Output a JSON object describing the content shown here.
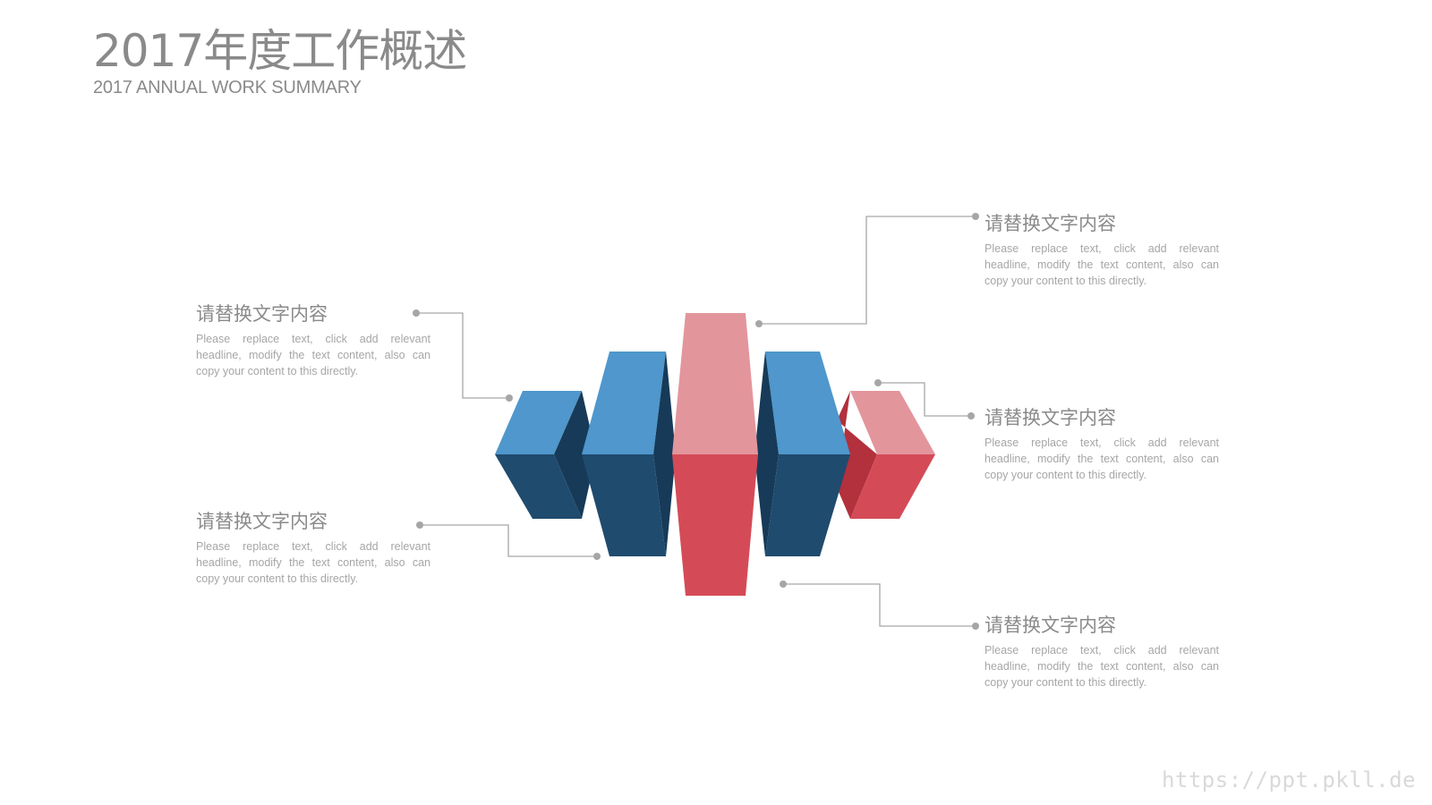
{
  "header": {
    "title": "2017年度工作概述",
    "subtitle": "2017 ANNUAL WORK SUMMARY"
  },
  "callouts": [
    {
      "heading": "请替换文字内容",
      "body": "Please replace text, click add relevant headline, modify the text content, also can copy your content to this directly."
    },
    {
      "heading": "请替换文字内容",
      "body": "Please replace text, click add relevant headline, modify the text content, also can copy your content to this directly."
    },
    {
      "heading": "请替换文字内容",
      "body": "Please replace text, click add relevant headline, modify the text content, also can copy your content to this directly."
    },
    {
      "heading": "请替换文字内容",
      "body": "Please replace text, click add relevant headline, modify the text content, also can copy your content to this directly."
    },
    {
      "heading": "请替换文字内容",
      "body": "Please replace text, click add relevant headline, modify the text content, also can copy your content to this directly."
    }
  ],
  "watermark": "https://ppt.pkll.de",
  "colors": {
    "blue_light": "#4f97cc",
    "blue_dark": "#1f4b6e",
    "blue_side": "#163a58",
    "red_light": "#e3959c",
    "red_dark": "#d44b57",
    "red_side": "#b3303d",
    "connector": "#a6a6a6",
    "text_gray": "#8a8a8a"
  }
}
